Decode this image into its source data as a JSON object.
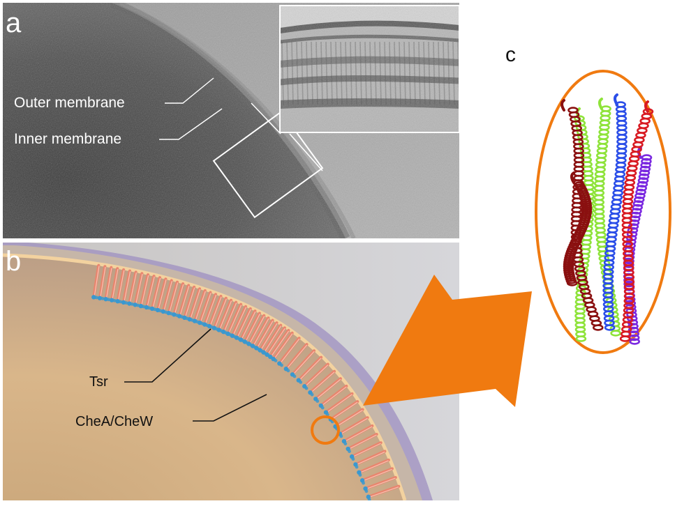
{
  "panels": {
    "a": {
      "letter": "a",
      "labels": {
        "outer": "Outer membrane",
        "inner": "Inner membrane"
      }
    },
    "b": {
      "letter": "b",
      "labels": {
        "tsr": "Tsr",
        "chea": "CheA/CheW"
      }
    },
    "c": {
      "letter": "c"
    }
  },
  "colors": {
    "highlight": "#f07a10",
    "receptor": "#e9856e",
    "kinase": "#3a98cf",
    "membrane": "#9e8fc0",
    "helix_dark_red": "#8a1010",
    "helix_red": "#d81a22",
    "helix_green": "#8ee33a",
    "helix_blue": "#2b4ee8",
    "helix_purple": "#7a28e0"
  }
}
